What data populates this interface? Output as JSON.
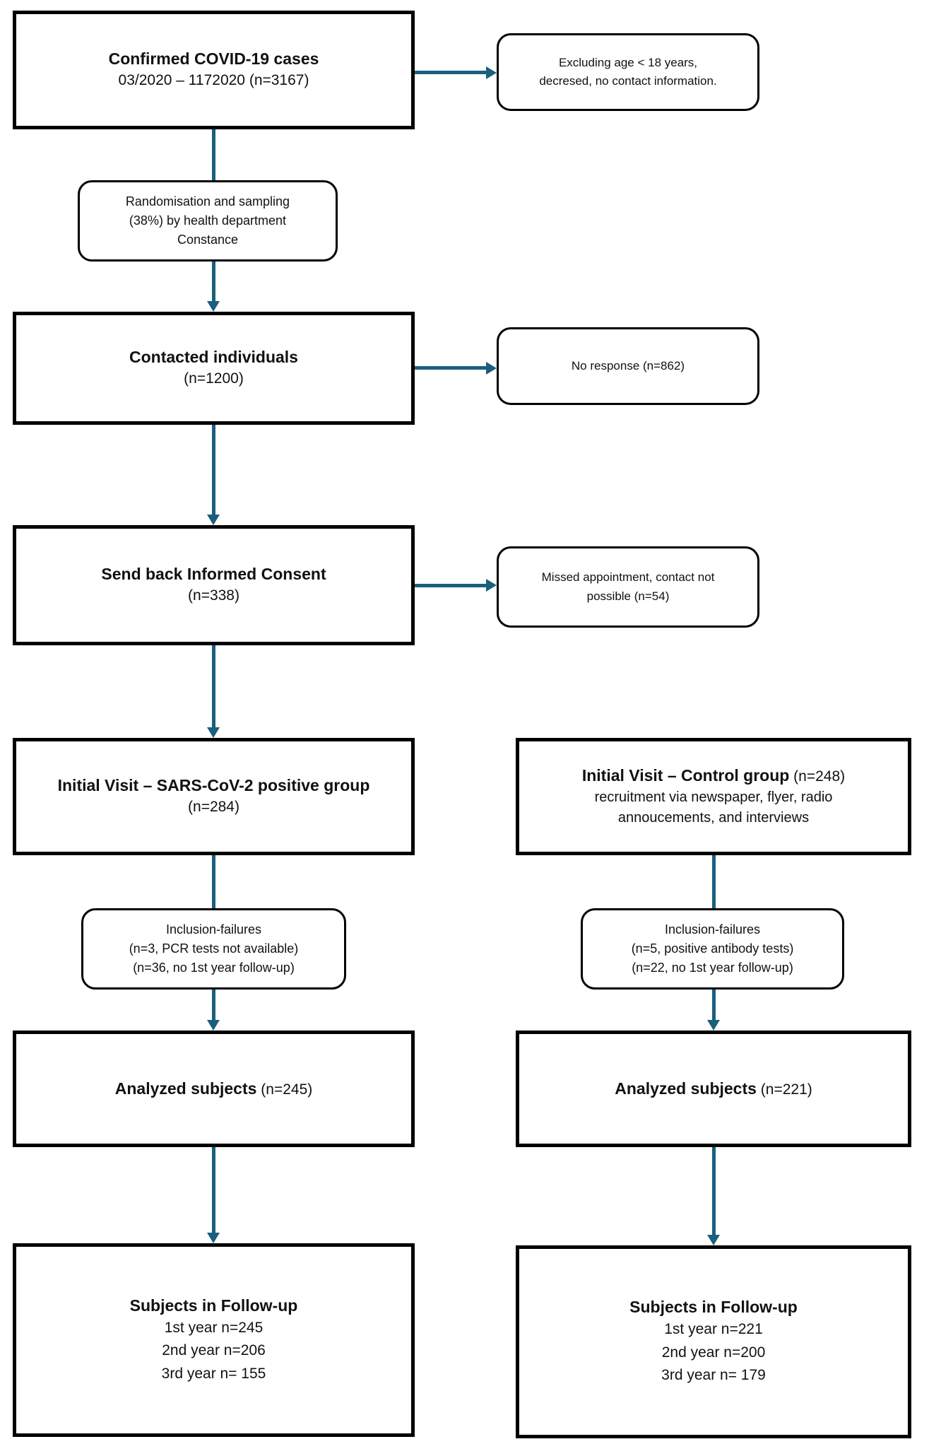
{
  "arrow_color": "#1b5f7e",
  "flowchart": {
    "confirmed": {
      "title": "Confirmed COVID-19 cases",
      "subtitle": "03/2020 – 1172020 (n=3167)"
    },
    "excluding_note": {
      "text": "Excluding age < 18 years,\ndecresed, no contact information."
    },
    "randomisation_note": {
      "text": "Randomisation and sampling\n(38%) by health department\nConstance"
    },
    "contacted": {
      "title": "Contacted individuals",
      "subtitle": "(n=1200)"
    },
    "no_response_note": {
      "text": "No response (n=862)"
    },
    "informed_consent": {
      "title": "Send back Informed Consent",
      "subtitle": "(n=338)"
    },
    "missed_appointment_note": {
      "text": "Missed appointment, contact not\npossible (n=54)"
    },
    "initial_visit_positive": {
      "title": "Initial Visit – SARS-CoV-2 positive group",
      "subtitle": "(n=284)"
    },
    "initial_visit_control": {
      "title": "Initial Visit – Control group",
      "suffix": " (n=248)",
      "subtitle": "recruitment via newspaper, flyer, radio\nannoucements, and interviews"
    },
    "inclusion_failures_positive": {
      "text": "Inclusion-failures\n(n=3, PCR tests not available)\n(n=36, no 1st year follow-up)"
    },
    "inclusion_failures_control": {
      "text": "Inclusion-failures\n(n=5, positive antibody tests)\n(n=22, no 1st year follow-up)"
    },
    "analyzed_positive": {
      "title": "Analyzed subjects",
      "suffix": " (n=245)"
    },
    "analyzed_control": {
      "title": "Analyzed subjects",
      "suffix": " (n=221)"
    },
    "followup_positive": {
      "title": "Subjects in Follow-up",
      "lines": "1st year n=245\n2nd year n=206\n3rd year n= 155"
    },
    "followup_control": {
      "title": "Subjects in Follow-up",
      "lines": "1st year n=221\n2nd year n=200\n3rd year n= 179"
    }
  }
}
